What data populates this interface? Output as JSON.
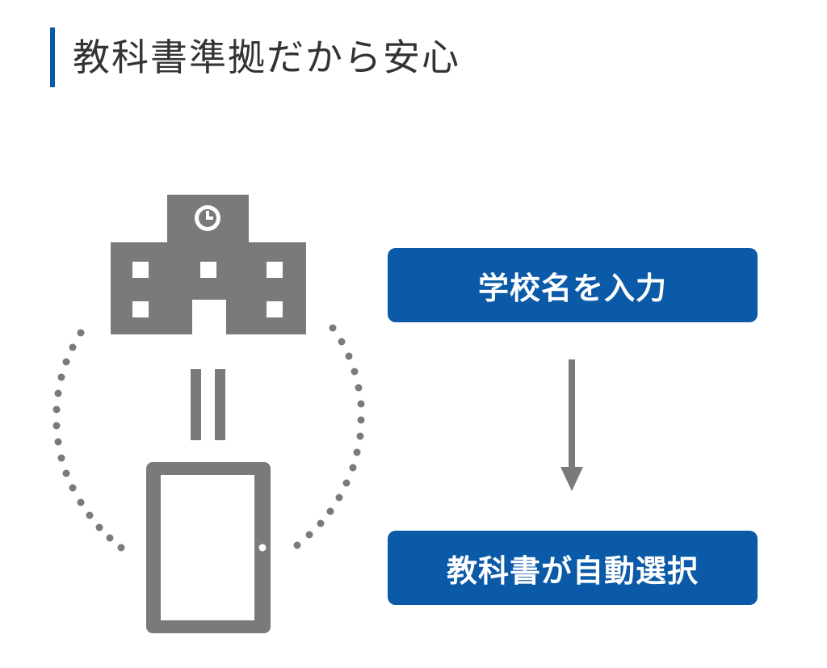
{
  "heading": {
    "title": "教科書準拠だから安心"
  },
  "steps": [
    {
      "label": "学校名を入力"
    },
    {
      "label": "教科書が自動選択"
    }
  ],
  "icons": {
    "school": "school-building-icon",
    "equals": "equals-icon",
    "tablet": "tablet-icon",
    "clock": "clock-icon",
    "arrow": "arrow-down-icon"
  },
  "colors": {
    "accent": "#0a5aa8",
    "icon_gray": "#7a7a7a",
    "text": "#333333"
  }
}
